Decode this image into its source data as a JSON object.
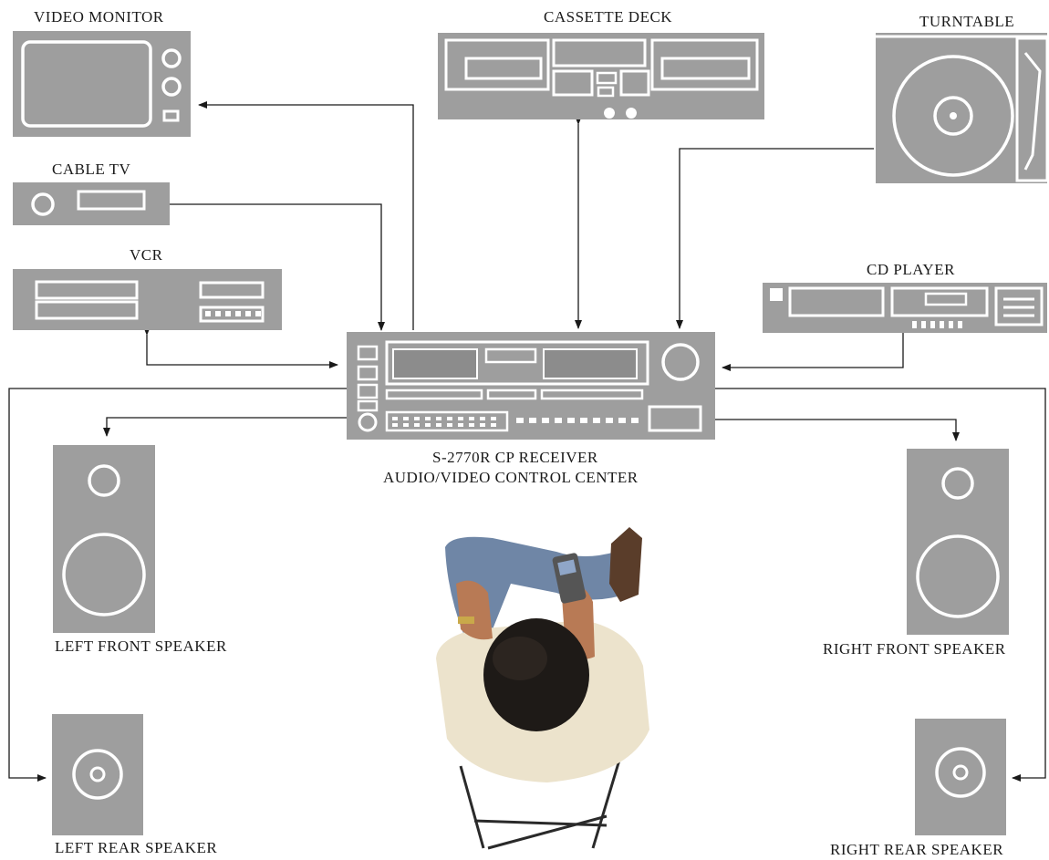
{
  "colors": {
    "device_fill": "#9e9e9e",
    "device_outline": "#ffffff",
    "wire": "#1a1a1a",
    "background": "#ffffff"
  },
  "components": {
    "video_monitor": "VIDEO MONITOR",
    "cassette_deck": "CASSETTE DECK",
    "turntable": "TURNTABLE",
    "cable_tv": "CABLE TV",
    "vcr": "VCR",
    "cd_player": "CD PLAYER",
    "receiver_line1": "S-2770R CP RECEIVER",
    "receiver_line2": "AUDIO/VIDEO CONTROL CENTER",
    "left_front_speaker": "LEFT FRONT SPEAKER",
    "right_front_speaker": "RIGHT FRONT SPEAKER",
    "left_rear_speaker": "LEFT REAR SPEAKER",
    "right_rear_speaker": "RIGHT REAR SPEAKER"
  },
  "photo": {
    "subject": "person-seated-with-remote"
  }
}
